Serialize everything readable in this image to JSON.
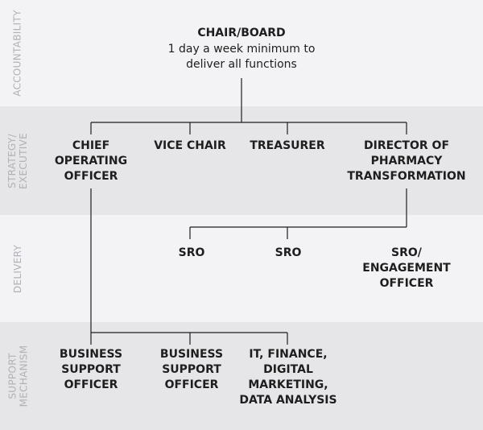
{
  "bands": [
    {
      "label": "ACCOUNTABILITY"
    },
    {
      "label": "STRATEGY/\nEXECUTIVE"
    },
    {
      "label": "DELIVERY"
    },
    {
      "label": "SUPPORT\nMECHANISM"
    }
  ],
  "root": {
    "title": "CHAIR/BOARD",
    "subtitle": "1 day a week minimum to\ndeliver all functions"
  },
  "executive": [
    {
      "label": "CHIEF\nOPERATING\nOFFICER"
    },
    {
      "label": "VICE CHAIR"
    },
    {
      "label": "TREASURER"
    },
    {
      "label": "DIRECTOR OF\nPHARMACY\nTRANSFORMATION"
    }
  ],
  "delivery": [
    {
      "label": "SRO"
    },
    {
      "label": "SRO"
    },
    {
      "label": "SRO/\nENGAGEMENT\nOFFICER"
    }
  ],
  "support": [
    {
      "label": "BUSINESS\nSUPPORT\nOFFICER"
    },
    {
      "label": "BUSINESS\nSUPPORT\nOFFICER"
    },
    {
      "label": "IT, FINANCE,\nDIGITAL\nMARKETING,\nDATA ANALYSIS"
    }
  ]
}
